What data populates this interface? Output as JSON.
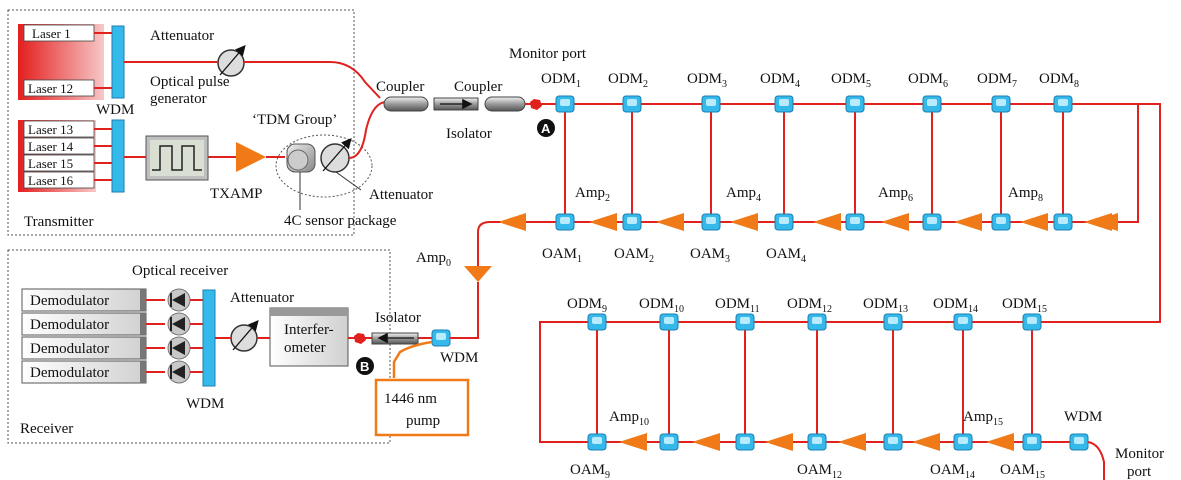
{
  "transmitter": {
    "title": "Transmitter",
    "lasers_top": [
      "Laser 1",
      "Laser 12"
    ],
    "lasers_bottom": [
      "Laser 13",
      "Laser 14",
      "Laser 15",
      "Laser 16"
    ],
    "wdm": "WDM",
    "attenuator": "Attenuator",
    "pulse_gen": [
      "Optical pulse",
      "generator"
    ],
    "txamp": "TXAMP",
    "tdm_group": "‘TDM Group’",
    "attenuator2": "Attenuator",
    "sensor_package": "4C sensor package"
  },
  "trunk": {
    "coupler1": "Coupler",
    "coupler2": "Coupler",
    "isolator": "Isolator",
    "monitor_port": "Monitor port",
    "point_a": "A",
    "point_b": "B"
  },
  "array1": {
    "odm": [
      {
        "base": "ODM",
        "sub": "1"
      },
      {
        "base": "ODM",
        "sub": "2"
      },
      {
        "base": "ODM",
        "sub": "3"
      },
      {
        "base": "ODM",
        "sub": "4"
      },
      {
        "base": "ODM",
        "sub": "5"
      },
      {
        "base": "ODM",
        "sub": "6"
      },
      {
        "base": "ODM",
        "sub": "7"
      },
      {
        "base": "ODM",
        "sub": "8"
      }
    ],
    "oam": [
      {
        "base": "OAM",
        "sub": "1"
      },
      {
        "base": "OAM",
        "sub": "2"
      },
      {
        "base": "OAM",
        "sub": "3"
      },
      {
        "base": "OAM",
        "sub": "4"
      }
    ],
    "amp": [
      {
        "base": "Amp",
        "sub": "2"
      },
      {
        "base": "Amp",
        "sub": "4"
      },
      {
        "base": "Amp",
        "sub": "6"
      },
      {
        "base": "Amp",
        "sub": "8"
      }
    ],
    "amp0": {
      "base": "Amp",
      "sub": "0"
    }
  },
  "array2": {
    "odm": [
      {
        "base": "ODM",
        "sub": "9"
      },
      {
        "base": "ODM",
        "sub": "10"
      },
      {
        "base": "ODM",
        "sub": "11"
      },
      {
        "base": "ODM",
        "sub": "12"
      },
      {
        "base": "ODM",
        "sub": "13"
      },
      {
        "base": "ODM",
        "sub": "14"
      },
      {
        "base": "ODM",
        "sub": "15"
      }
    ],
    "oam": [
      {
        "base": "OAM",
        "sub": "9"
      },
      {
        "base": "OAM",
        "sub": "12"
      },
      {
        "base": "OAM",
        "sub": "14"
      },
      {
        "base": "OAM",
        "sub": "15"
      }
    ],
    "amp": [
      {
        "base": "Amp",
        "sub": "10"
      },
      {
        "base": "Amp",
        "sub": "15"
      }
    ],
    "wdm": "WDM",
    "monitor_port": [
      "Monitor",
      "port"
    ]
  },
  "receiver": {
    "title": "Receiver",
    "optical_receiver": "Optical receiver",
    "demodulators": [
      "Demodulator",
      "Demodulator",
      "Demodulator",
      "Demodulator"
    ],
    "wdm": "WDM",
    "attenuator": "Attenuator",
    "interferometer": [
      "Interfer-",
      "ometer"
    ],
    "isolator": "Isolator",
    "wdm2": "WDM",
    "pump": [
      "1446 nm",
      "pump"
    ]
  },
  "colors": {
    "fiber": "#e0211d",
    "component": "#34b9ea",
    "amplifier": "#f07a18",
    "pump_fiber": "#f07a18"
  }
}
